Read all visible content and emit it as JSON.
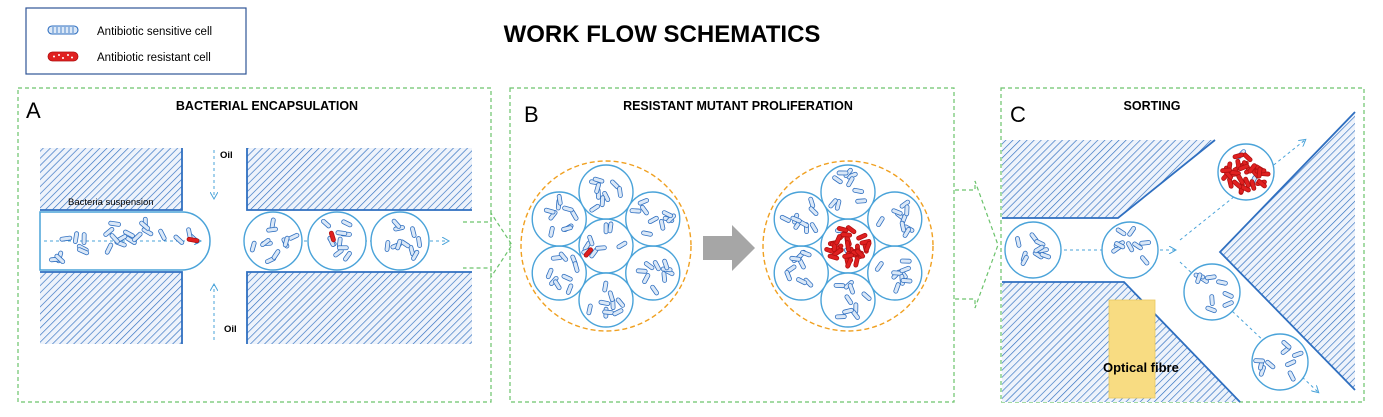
{
  "title": "WORK FLOW SCHEMATICS",
  "legend": {
    "sensitive_label": "Antibiotic sensitive cell",
    "resistant_label": "Antibiotic resistant cell"
  },
  "panels": {
    "a": {
      "letter": "A",
      "title": "BACTERIAL ENCAPSULATION",
      "oil_top": "Oil",
      "oil_bottom": "Oil",
      "suspension_label": "Bacteria suspension"
    },
    "b": {
      "letter": "B",
      "title": "RESISTANT MUTANT PROLIFERATION"
    },
    "c": {
      "letter": "C",
      "title": "SORTING",
      "fibre_label": "Optical fibre"
    }
  },
  "colors": {
    "channel_blue": "#2f6fc0",
    "droplet_blue": "#4aa3d9",
    "resistant_red": "#e02020",
    "panel_border": "#6cc36c",
    "cluster_orange": "#f0a020",
    "fibre_yellow": "#f8dc82",
    "arrow_gray": "#a6a6a6",
    "hatch_blue": "#2f6fc0"
  }
}
